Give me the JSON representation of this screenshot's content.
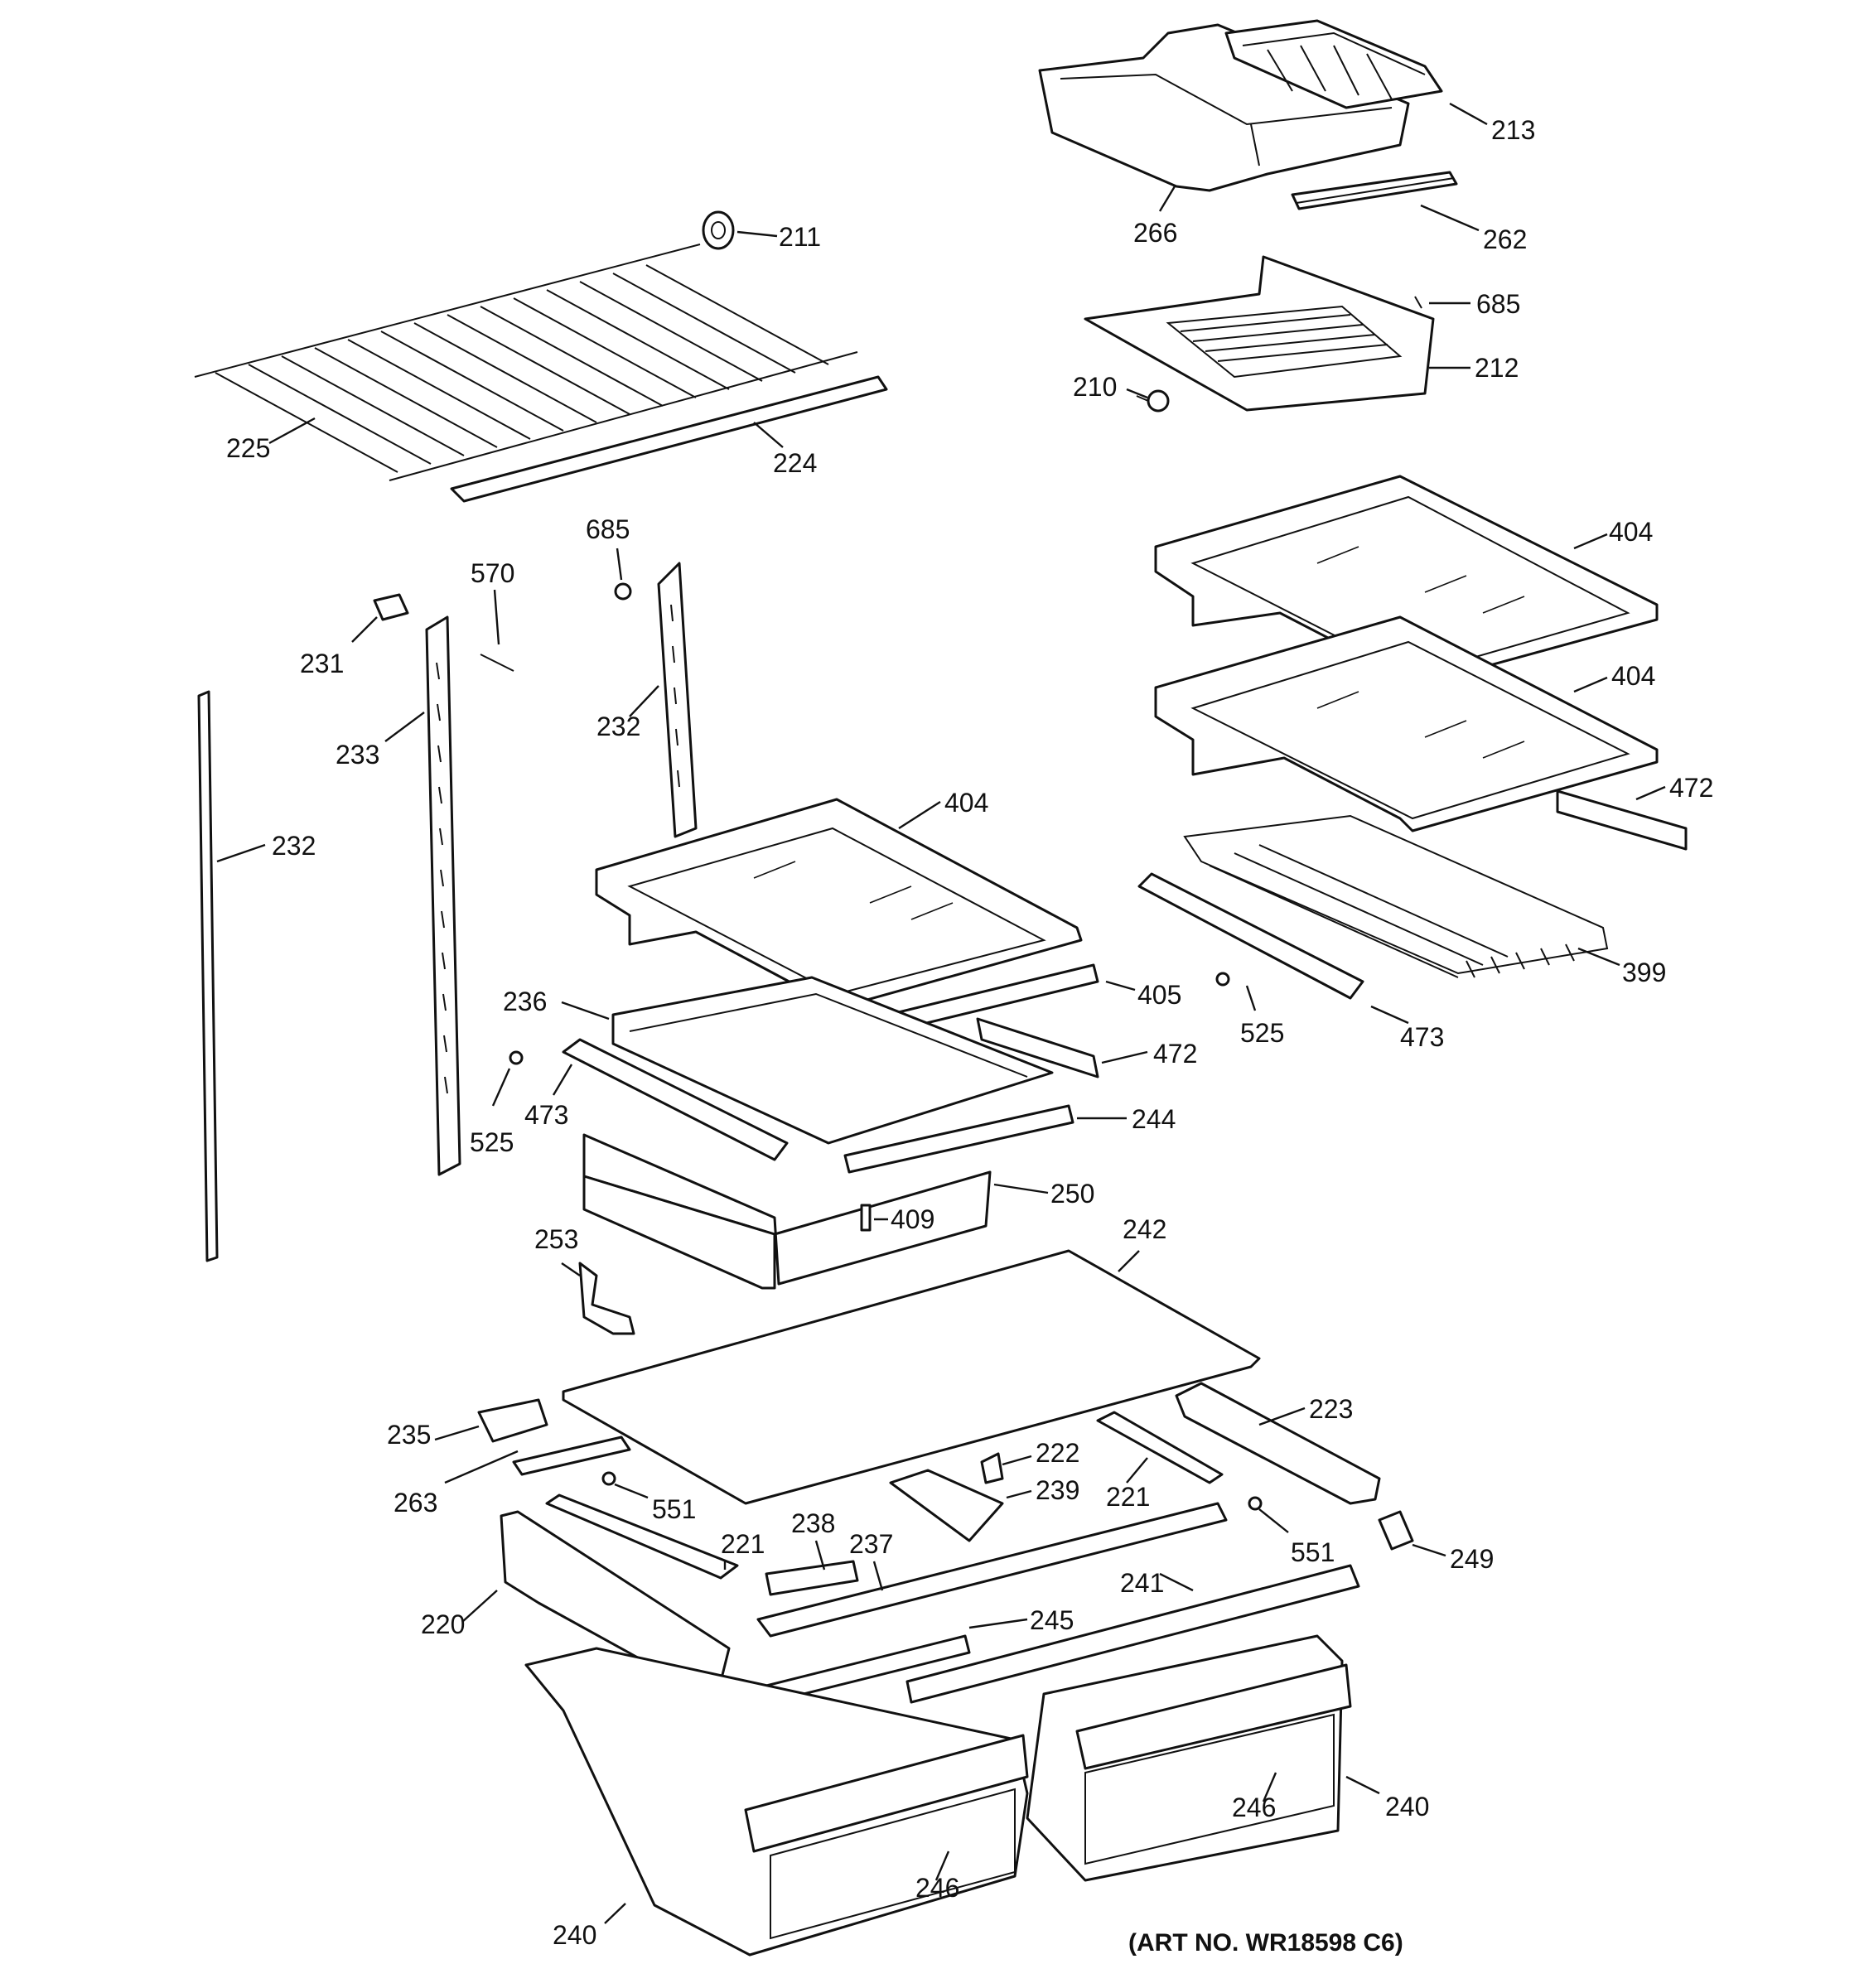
{
  "art_number": "(ART NO. WR18598 C6)",
  "callouts": {
    "c211": "211",
    "c213": "213",
    "c266": "266",
    "c262": "262",
    "c685a": "685",
    "c210": "210",
    "c212": "212",
    "c225": "225",
    "c224": "224",
    "c685b": "685",
    "c570": "570",
    "c231": "231",
    "c233": "233",
    "c232a": "232",
    "c232b": "232",
    "c404a": "404",
    "c404b": "404",
    "c404c": "404",
    "c472a": "472",
    "c472b": "472",
    "c399": "399",
    "c525a": "525",
    "c525b": "525",
    "c473a": "473",
    "c473b": "473",
    "c405": "405",
    "c236": "236",
    "c244": "244",
    "c250": "250",
    "c409": "409",
    "c253": "253",
    "c242": "242",
    "c223": "223",
    "c235": "235",
    "c222": "222",
    "c239": "239",
    "c221a": "221",
    "c221b": "221",
    "c263": "263",
    "c551a": "551",
    "c551b": "551",
    "c249": "249",
    "c238": "238",
    "c237": "237",
    "c241": "241",
    "c220": "220",
    "c245": "245",
    "c246a": "246",
    "c246b": "246",
    "c240a": "240",
    "c240b": "240"
  }
}
